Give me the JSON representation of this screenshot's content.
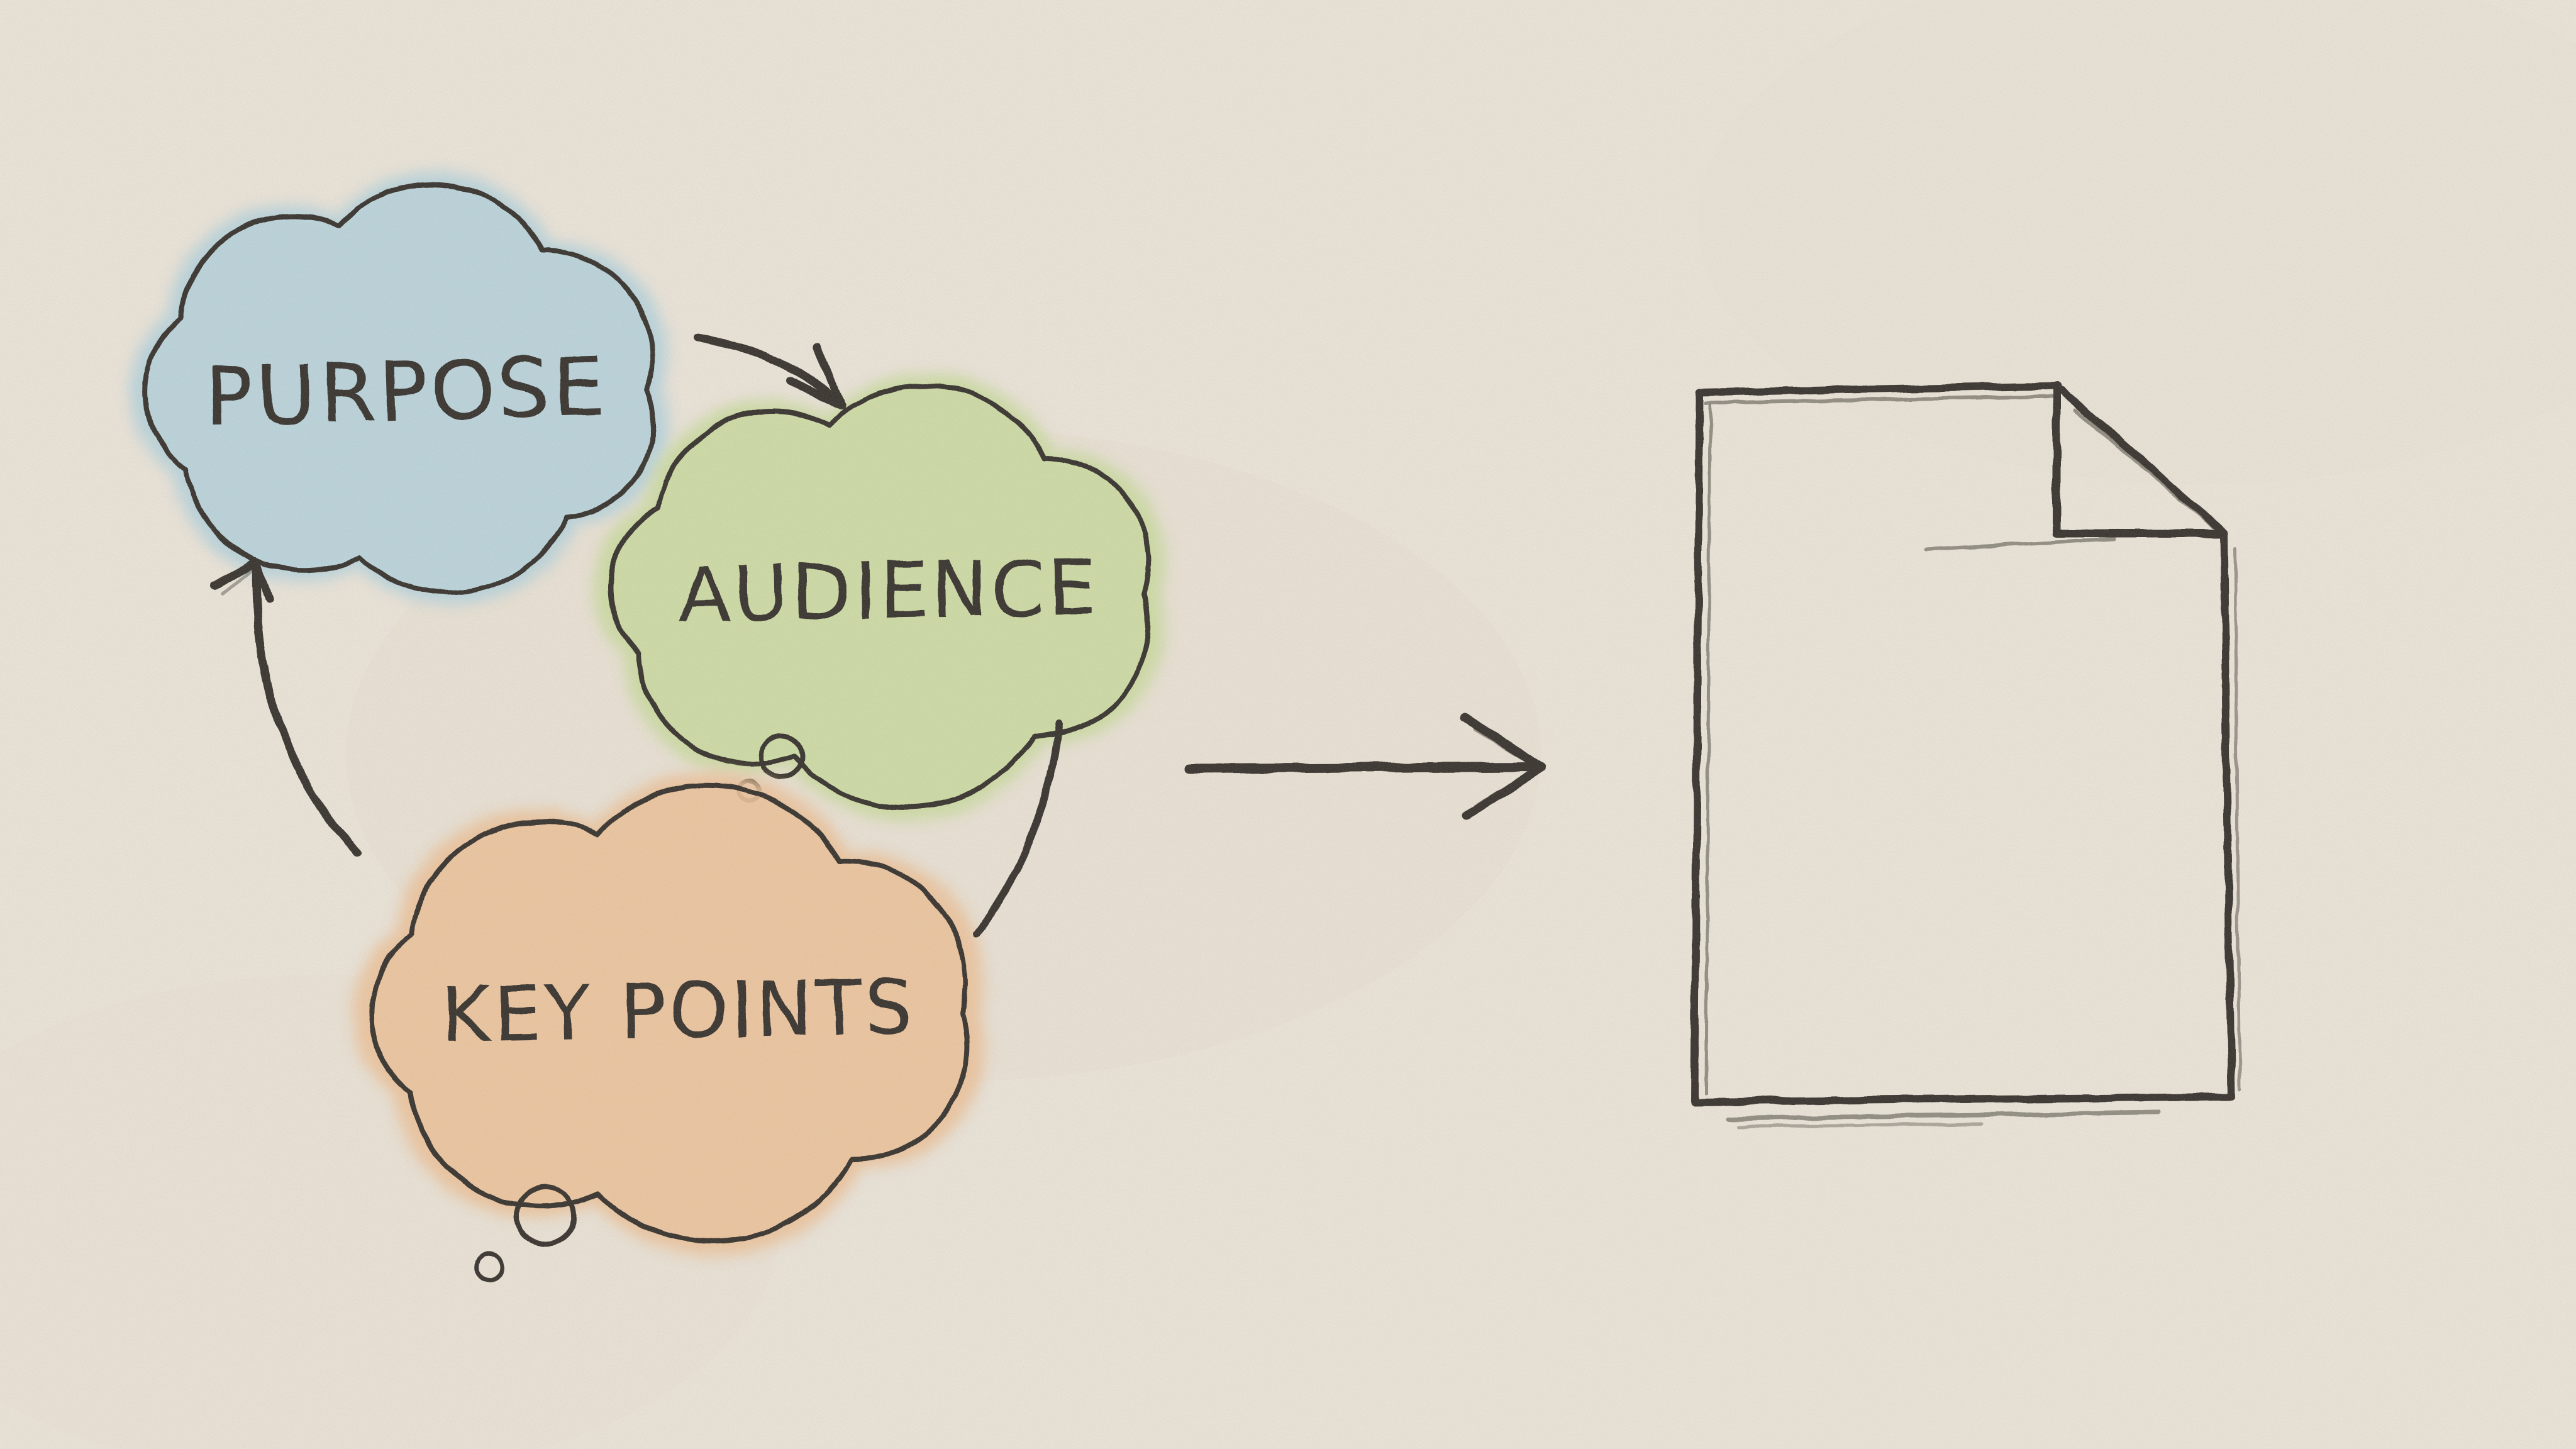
{
  "colors": {
    "background": "#f2ece1",
    "ink": "#2b2822",
    "purpose_fill": "#b7d9e5",
    "audience_fill": "#cfe2a2",
    "key_points_fill": "#f4c79c"
  },
  "bubbles": {
    "purpose": {
      "label": "PURPOSE",
      "fill": "#b7d9e5"
    },
    "audience": {
      "label": "AUDIENCE",
      "fill": "#cfe2a2"
    },
    "key_points": {
      "label": "KEY POINTS",
      "fill": "#f4c79c"
    }
  }
}
